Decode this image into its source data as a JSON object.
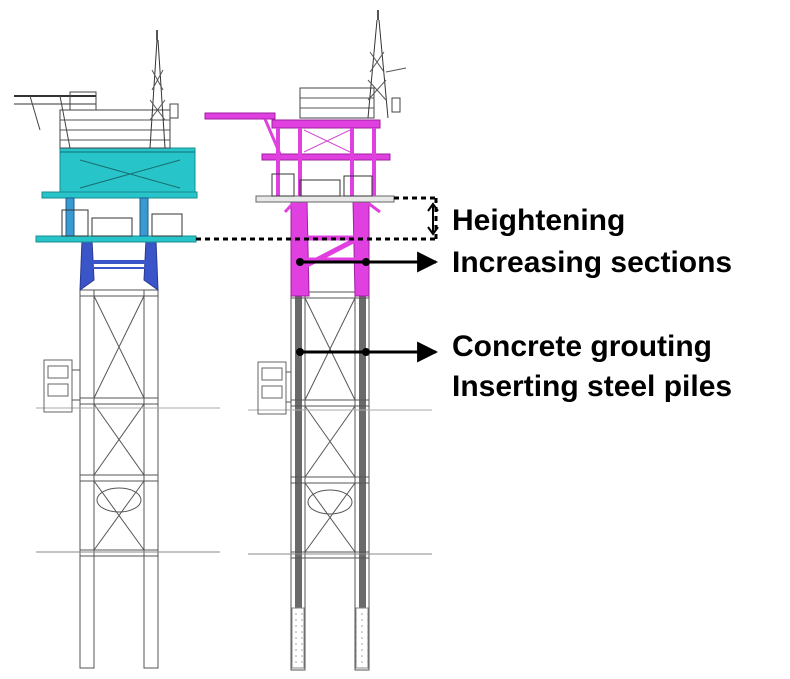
{
  "labels": {
    "heightening": "Heightening",
    "increasing_sections": "Increasing sections",
    "concrete_grouting": "Concrete grouting",
    "inserting_steel_piles": "Inserting steel piles"
  },
  "colors": {
    "original_deck": "#27c5c9",
    "original_legs": "#3a55c8",
    "modified_structure": "#e040e0",
    "grouted_pile": "#6a6a6a",
    "outline": "#555555",
    "text": "#000000"
  }
}
